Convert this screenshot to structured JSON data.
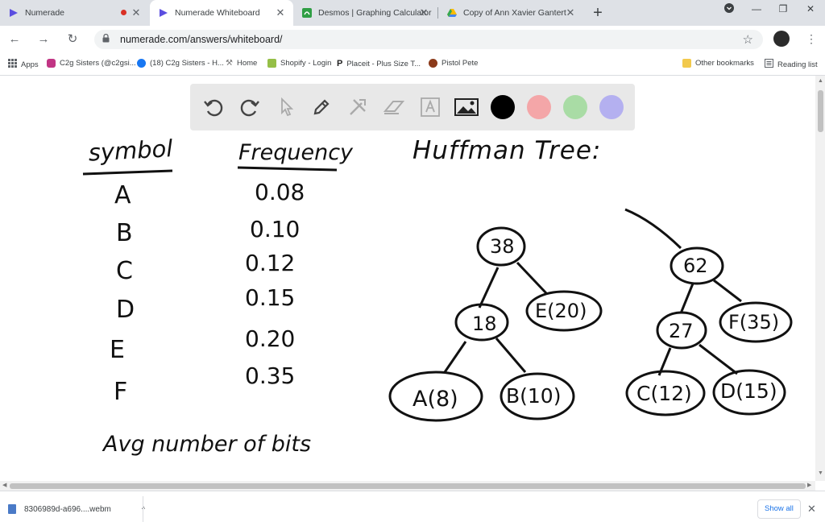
{
  "browser": {
    "tabs": [
      {
        "title": "Numerade",
        "icon": "numerade-icon",
        "active": false,
        "recording": true
      },
      {
        "title": "Numerade Whiteboard",
        "icon": "numerade-icon",
        "active": true,
        "recording": false
      },
      {
        "title": "Desmos | Graphing Calculator",
        "icon": "desmos-icon",
        "active": false,
        "recording": false
      },
      {
        "title": "Copy of Ann Xavier Gantert - A",
        "icon": "google-drive-icon",
        "active": false,
        "recording": false
      }
    ],
    "new_tab": "+",
    "url": "numerade.com/answers/whiteboard/",
    "bookmarks": [
      {
        "label": "Apps",
        "icon": "apps-grid-icon",
        "color": "#5f6368"
      },
      {
        "label": "C2g Sisters (@c2gsi...",
        "icon": "instagram-icon",
        "color": "#c13584"
      },
      {
        "label": "(18) C2g Sisters - H...",
        "icon": "facebook-icon",
        "color": "#1877f2"
      },
      {
        "label": "Home",
        "icon": "tools-icon",
        "color": "#777777"
      },
      {
        "label": "Shopify - Login",
        "icon": "shopify-icon",
        "color": "#95bf47"
      },
      {
        "label": "Placeit - Plus Size T...",
        "icon": "placeit-icon",
        "color": "#222222"
      },
      {
        "label": "Pistol Pete",
        "icon": "pistol-pete-icon",
        "color": "#8b3a1a"
      }
    ],
    "other_bookmarks": "Other bookmarks",
    "reading_list": "Reading list"
  },
  "whiteboard": {
    "tools": [
      "undo-icon",
      "redo-icon",
      "select-arrow-icon",
      "pen-icon",
      "tools-icon",
      "eraser-icon",
      "text-icon",
      "image-icon"
    ],
    "colors": [
      "#000000",
      "#f4a6a8",
      "#a9dca5",
      "#b4b0f0"
    ],
    "table": {
      "header_symbol": "symbol",
      "header_frequency": "Frequency",
      "rows": [
        {
          "symbol": "A",
          "frequency": "0.08"
        },
        {
          "symbol": "B",
          "frequency": "0.10"
        },
        {
          "symbol": "C",
          "frequency": "0.12"
        },
        {
          "symbol": "D",
          "frequency": "0.15"
        },
        {
          "symbol": "E",
          "frequency": "0.20"
        },
        {
          "symbol": "F",
          "frequency": "0.35"
        }
      ]
    },
    "title": "Huffman Tree:",
    "footer": "Avg number of bits",
    "tree_left": {
      "root": "38",
      "mid": "18",
      "right": "E(20)",
      "leaf_a": "A(8)",
      "leaf_b": "B(10)"
    },
    "tree_right": {
      "root": "62",
      "mid": "27",
      "right": "F(35)",
      "leaf_c": "C(12)",
      "leaf_d": "D(15)"
    }
  },
  "downloads": {
    "file": "8306989d-a696....webm",
    "show_all": "Show all"
  }
}
